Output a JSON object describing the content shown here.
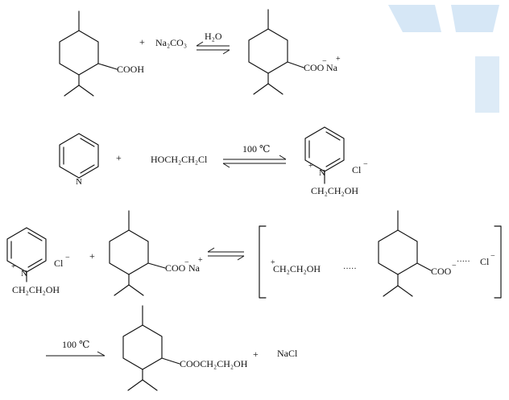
{
  "reaction1": {
    "reagent": "Na₂CO₃",
    "plus": "+",
    "condition": "H₂O",
    "reactant_group": "COOH",
    "product_group": "COO",
    "product_charge_minus": "−",
    "product_cation": "Na",
    "product_charge_plus": "+"
  },
  "reaction2": {
    "reagent": "HOCH₂CH₂Cl",
    "plus": "+",
    "condition": "100 ℃",
    "ring_n": "N",
    "n_charge": "+",
    "substituent": "CH₂CH₂OH",
    "anion": "Cl",
    "anion_charge": "−"
  },
  "reaction3": {
    "ring_n": "N",
    "n_charge": "+",
    "substituent": "CH₂CH₂OH",
    "anion": "Cl",
    "anion_charge": "−",
    "plus": "+",
    "carboxylate": "COO",
    "carboxylate_charge": "−",
    "cation": "Na",
    "cation_charge": "+",
    "ion_pair_cation_charge": "+",
    "ion_pair_cation": "CH₂CH₂OH",
    "ion_pair_dots_1": "·····",
    "ion_pair_anion_group": "COO",
    "ion_pair_anion_charge": "−",
    "ion_pair_dots_2": "·····",
    "ion_pair_counter": "Cl",
    "ion_pair_counter_charge": "−"
  },
  "reaction4": {
    "condition": "100 ℃",
    "product_group": "COOCH₂CH₂OH",
    "plus": "+",
    "byproduct": "NaCl"
  }
}
